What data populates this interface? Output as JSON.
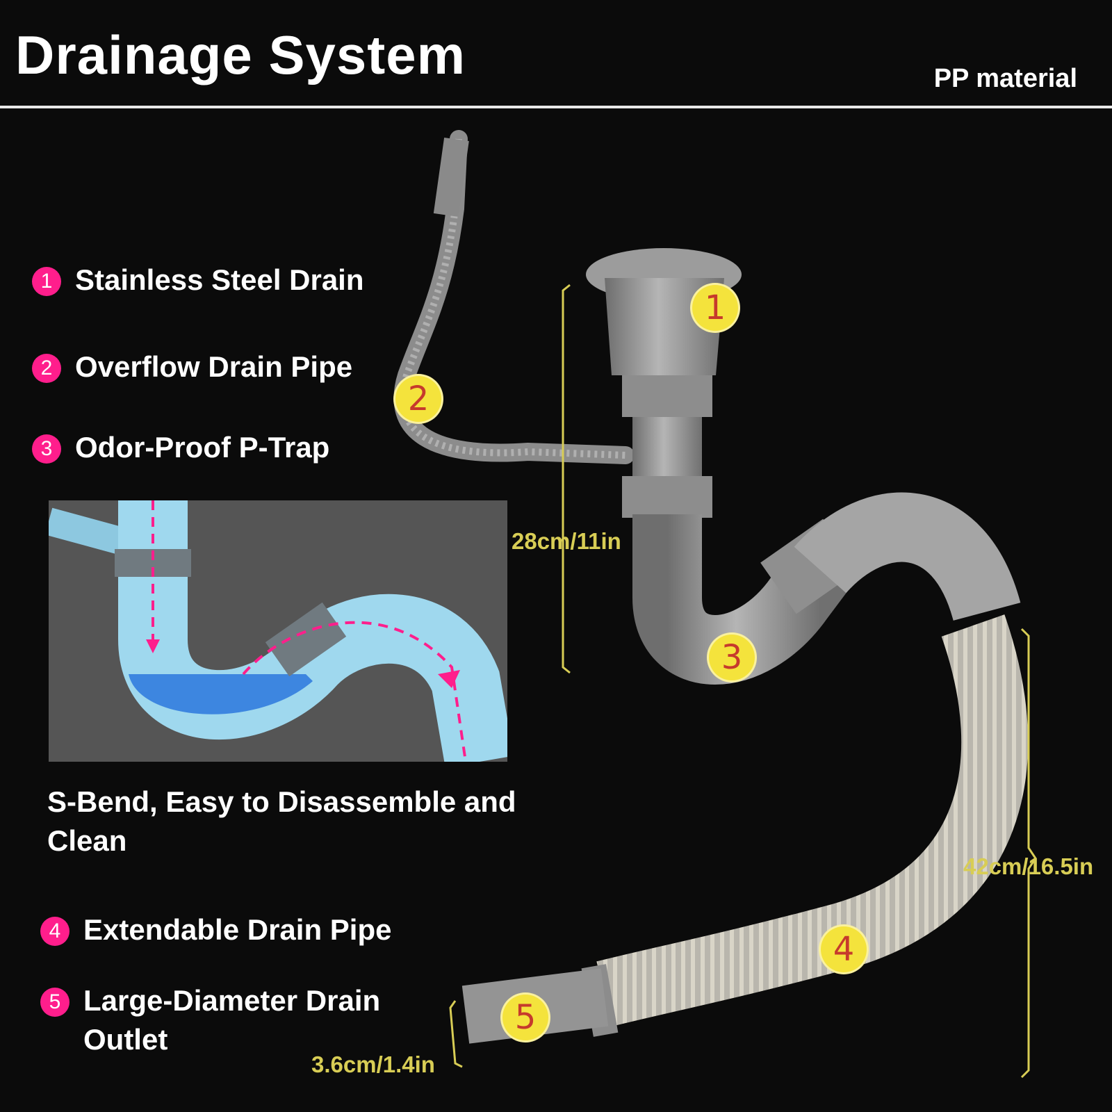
{
  "header": {
    "title": "Drainage System",
    "material": "PP material"
  },
  "parts": [
    {
      "number": "1",
      "label": "Stainless Steel Drain"
    },
    {
      "number": "2",
      "label": "Overflow Drain Pipe"
    },
    {
      "number": "3",
      "label": "Odor-Proof P-Trap"
    },
    {
      "number": "4",
      "label": "Extendable Drain Pipe"
    },
    {
      "number": "5",
      "label": "Large-Diameter Drain Outlet"
    }
  ],
  "inset": {
    "caption": "S-Bend, Easy to Disassemble and Clean"
  },
  "dimensions": {
    "height_upper": "28cm/11in",
    "height_lower": "42cm/16.5in",
    "outlet": "3.6cm/1.4in"
  },
  "colors": {
    "background": "#0b0b0b",
    "number_badge": "#ff1e8c",
    "dimension_text": "#d8cd55",
    "callout_badge": "#f4e33c",
    "pipe": "#9a9a9a",
    "water": "#3d86e0",
    "inset_pipe": "#9fd8ee"
  }
}
